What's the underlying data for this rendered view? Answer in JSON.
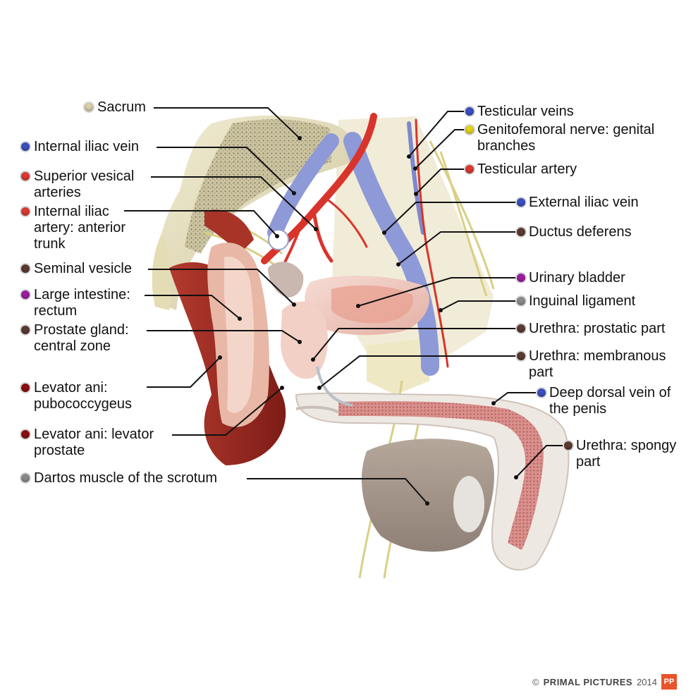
{
  "labels": [
    {
      "id": "sacrum",
      "text": "Sacrum",
      "color": "#d8cfa8"
    },
    {
      "id": "internal-iliac-vein",
      "text": "Internal iliac vein",
      "color": "#3a4fc0"
    },
    {
      "id": "superior-vesical-arteries",
      "text": "Superior vesical\narteries",
      "color": "#d93a32"
    },
    {
      "id": "internal-iliac-artery",
      "text": "Internal iliac\nartery: anterior\ntrunk",
      "color": "#d93a32"
    },
    {
      "id": "seminal-vesicle",
      "text": "Seminal vesicle",
      "color": "#5a3a32"
    },
    {
      "id": "large-intestine-rectum",
      "text": "Large intestine:\nrectum",
      "color": "#9b1e9e"
    },
    {
      "id": "prostate-central-zone",
      "text": "Prostate gland:\ncentral zone",
      "color": "#5a3a32"
    },
    {
      "id": "levator-ani-pubococcygeus",
      "text": "Levator ani:\npubococcygeus",
      "color": "#8c0f12"
    },
    {
      "id": "levator-ani-levator-prostate",
      "text": "Levator ani: levator\nprostate",
      "color": "#8c0f12"
    },
    {
      "id": "dartos-muscle",
      "text": "Dartos muscle of the scrotum",
      "color": "#8a8a8a"
    },
    {
      "id": "testicular-veins",
      "text": "Testicular veins",
      "color": "#3a4fc0"
    },
    {
      "id": "genitofemoral-nerve",
      "text": "Genitofemoral nerve: genital\nbranches",
      "color": "#e2d31c"
    },
    {
      "id": "testicular-artery",
      "text": "Testicular artery",
      "color": "#d93a32"
    },
    {
      "id": "external-iliac-vein",
      "text": "External iliac vein",
      "color": "#3a4fc0"
    },
    {
      "id": "ductus-deferens",
      "text": "Ductus deferens",
      "color": "#5a3a32"
    },
    {
      "id": "urinary-bladder",
      "text": "Urinary bladder",
      "color": "#9b1e9e"
    },
    {
      "id": "inguinal-ligament",
      "text": "Inguinal ligament",
      "color": "#8a8a8a"
    },
    {
      "id": "urethra-prostatic",
      "text": "Urethra: prostatic part",
      "color": "#5a3a32"
    },
    {
      "id": "urethra-membranous",
      "text": "Urethra: membranous\npart",
      "color": "#5a3a32"
    },
    {
      "id": "deep-dorsal-vein",
      "text": "Deep dorsal vein of\nthe penis",
      "color": "#3a4fc0"
    },
    {
      "id": "urethra-spongy",
      "text": "Urethra: spongy\npart",
      "color": "#5a3a32"
    }
  ],
  "footer": {
    "copyright": "©",
    "brand": "PRIMAL PICTURES",
    "year": "2014",
    "logo": "PP"
  }
}
